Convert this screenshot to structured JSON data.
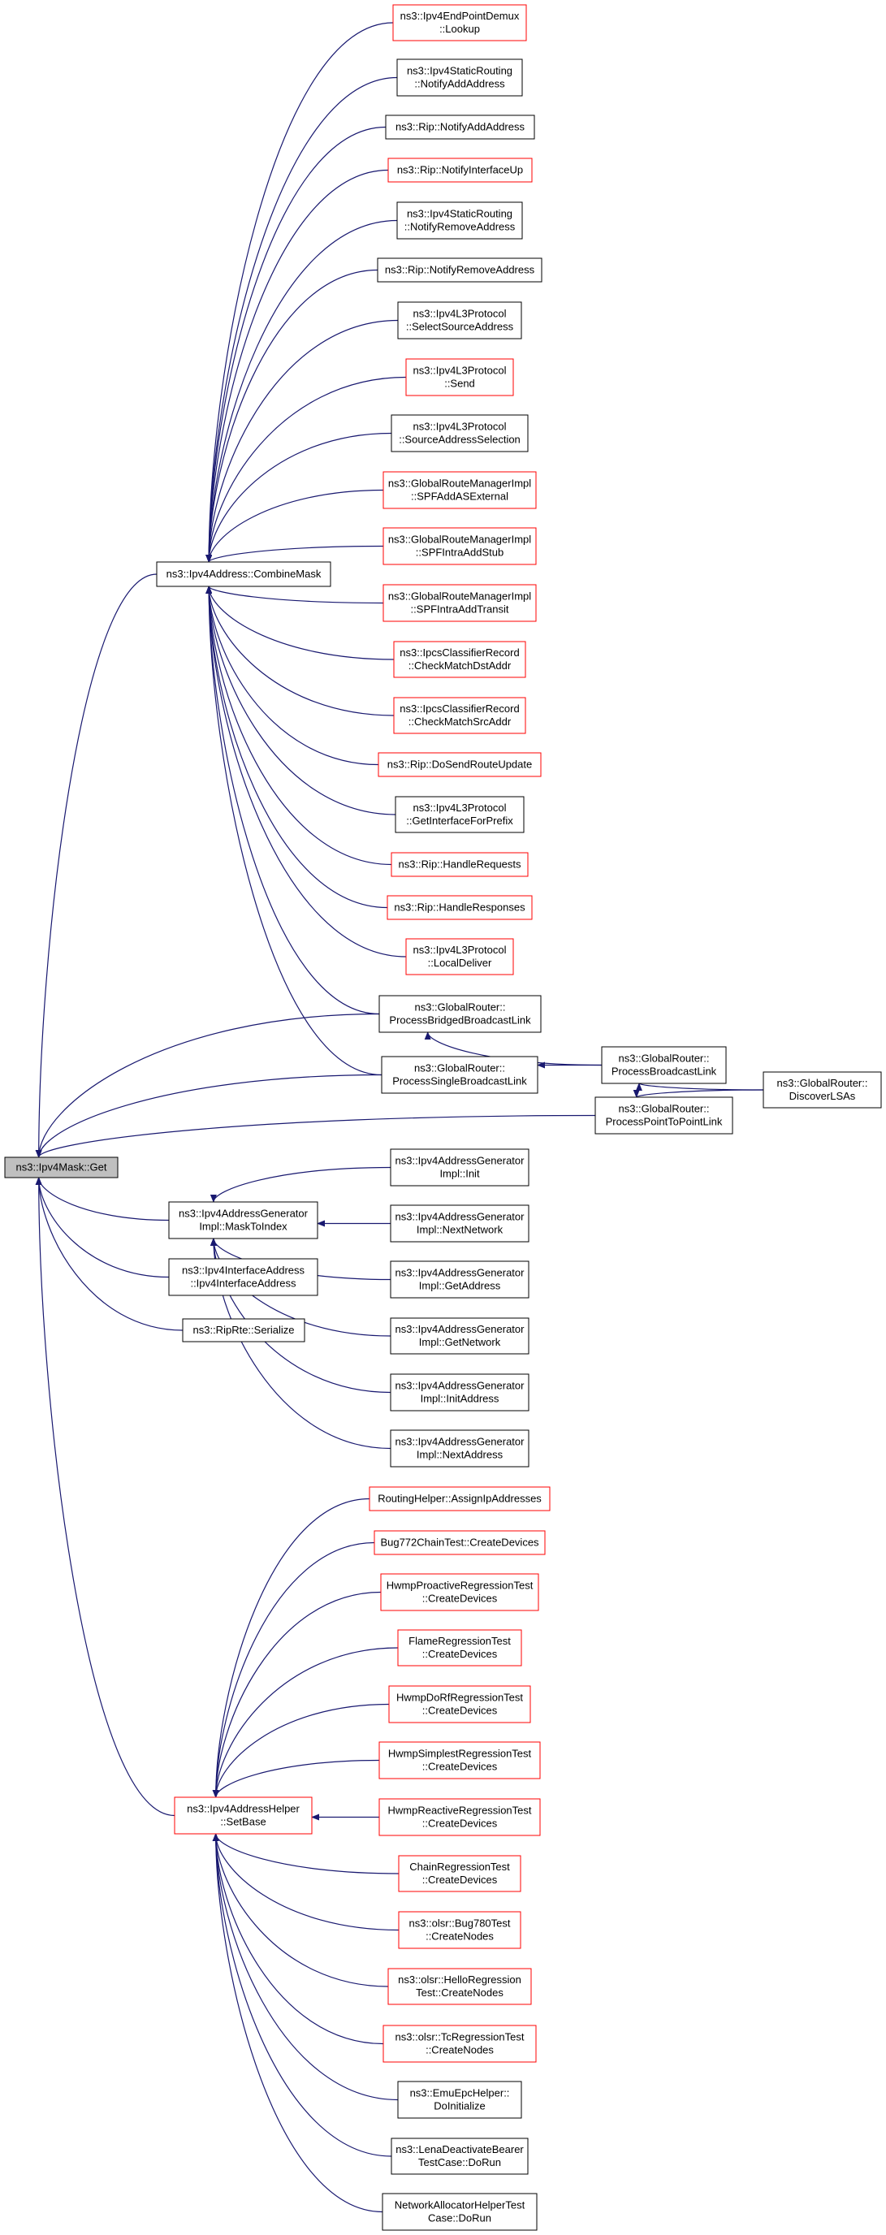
{
  "colors": {
    "edge": "#191970",
    "border_red": "#ff0000",
    "border_black": "#000000",
    "root_fill": "#bfbfbf",
    "fill": "#ffffff"
  },
  "nodes": [
    {
      "id": "root",
      "lines": [
        "ns3::Ipv4Mask::Get"
      ],
      "border": "black",
      "fill": "gray"
    },
    {
      "id": "combine",
      "lines": [
        "ns3::Ipv4Address::CombineMask"
      ],
      "border": "black"
    },
    {
      "id": "n_lookup",
      "lines": [
        "ns3::Ipv4EndPointDemux",
        "::Lookup"
      ],
      "border": "red"
    },
    {
      "id": "n_srNotifyAdd",
      "lines": [
        "ns3::Ipv4StaticRouting",
        "::NotifyAddAddress"
      ],
      "border": "black"
    },
    {
      "id": "n_ripNotifyAdd",
      "lines": [
        "ns3::Rip::NotifyAddAddress"
      ],
      "border": "black"
    },
    {
      "id": "n_ripIfUp",
      "lines": [
        "ns3::Rip::NotifyInterfaceUp"
      ],
      "border": "red"
    },
    {
      "id": "n_srNotifyRem",
      "lines": [
        "ns3::Ipv4StaticRouting",
        "::NotifyRemoveAddress"
      ],
      "border": "black"
    },
    {
      "id": "n_ripNotifyRem",
      "lines": [
        "ns3::Rip::NotifyRemoveAddress"
      ],
      "border": "black"
    },
    {
      "id": "n_selSrc",
      "lines": [
        "ns3::Ipv4L3Protocol",
        "::SelectSourceAddress"
      ],
      "border": "black"
    },
    {
      "id": "n_send",
      "lines": [
        "ns3::Ipv4L3Protocol",
        "::Send"
      ],
      "border": "red"
    },
    {
      "id": "n_srcSel",
      "lines": [
        "ns3::Ipv4L3Protocol",
        "::SourceAddressSelection"
      ],
      "border": "black"
    },
    {
      "id": "n_spfExt",
      "lines": [
        "ns3::GlobalRouteManagerImpl",
        "::SPFAddASExternal"
      ],
      "border": "red"
    },
    {
      "id": "n_spfStub",
      "lines": [
        "ns3::GlobalRouteManagerImpl",
        "::SPFIntraAddStub"
      ],
      "border": "red"
    },
    {
      "id": "n_spfTransit",
      "lines": [
        "ns3::GlobalRouteManagerImpl",
        "::SPFIntraAddTransit"
      ],
      "border": "red"
    },
    {
      "id": "n_ipcsDst",
      "lines": [
        "ns3::IpcsClassifierRecord",
        "::CheckMatchDstAddr"
      ],
      "border": "red"
    },
    {
      "id": "n_ipcsSrc",
      "lines": [
        "ns3::IpcsClassifierRecord",
        "::CheckMatchSrcAddr"
      ],
      "border": "red"
    },
    {
      "id": "n_ripSend",
      "lines": [
        "ns3::Rip::DoSendRouteUpdate"
      ],
      "border": "red"
    },
    {
      "id": "n_getIf",
      "lines": [
        "ns3::Ipv4L3Protocol",
        "::GetInterfaceForPrefix"
      ],
      "border": "black"
    },
    {
      "id": "n_ripReq",
      "lines": [
        "ns3::Rip::HandleRequests"
      ],
      "border": "red"
    },
    {
      "id": "n_ripResp",
      "lines": [
        "ns3::Rip::HandleResponses"
      ],
      "border": "red"
    },
    {
      "id": "n_local",
      "lines": [
        "ns3::Ipv4L3Protocol",
        "::LocalDeliver"
      ],
      "border": "red"
    },
    {
      "id": "n_bridged",
      "lines": [
        "ns3::GlobalRouter::",
        "ProcessBridgedBroadcastLink"
      ],
      "border": "black"
    },
    {
      "id": "n_single",
      "lines": [
        "ns3::GlobalRouter::",
        "ProcessSingleBroadcastLink"
      ],
      "border": "black"
    },
    {
      "id": "n_bcast",
      "lines": [
        "ns3::GlobalRouter::",
        "ProcessBroadcastLink"
      ],
      "border": "black"
    },
    {
      "id": "n_disc",
      "lines": [
        "ns3::GlobalRouter::",
        "DiscoverLSAs"
      ],
      "border": "black"
    },
    {
      "id": "n_p2p",
      "lines": [
        "ns3::GlobalRouter::",
        "ProcessPointToPointLink"
      ],
      "border": "black"
    },
    {
      "id": "n_mask",
      "lines": [
        "ns3::Ipv4AddressGenerator",
        "Impl::MaskToIndex"
      ],
      "border": "black"
    },
    {
      "id": "n_gInit",
      "lines": [
        "ns3::Ipv4AddressGenerator",
        "Impl::Init"
      ],
      "border": "black"
    },
    {
      "id": "n_gNextNet",
      "lines": [
        "ns3::Ipv4AddressGenerator",
        "Impl::NextNetwork"
      ],
      "border": "black"
    },
    {
      "id": "n_gGetAddr",
      "lines": [
        "ns3::Ipv4AddressGenerator",
        "Impl::GetAddress"
      ],
      "border": "black"
    },
    {
      "id": "n_gGetNet",
      "lines": [
        "ns3::Ipv4AddressGenerator",
        "Impl::GetNetwork"
      ],
      "border": "black"
    },
    {
      "id": "n_gInitAddr",
      "lines": [
        "ns3::Ipv4AddressGenerator",
        "Impl::InitAddress"
      ],
      "border": "black"
    },
    {
      "id": "n_gNextAddr",
      "lines": [
        "ns3::Ipv4AddressGenerator",
        "Impl::NextAddress"
      ],
      "border": "black"
    },
    {
      "id": "n_ifAddr",
      "lines": [
        "ns3::Ipv4InterfaceAddress",
        "::Ipv4InterfaceAddress"
      ],
      "border": "black"
    },
    {
      "id": "n_ripRte",
      "lines": [
        "ns3::RipRte::Serialize"
      ],
      "border": "black"
    },
    {
      "id": "setbase",
      "lines": [
        "ns3::Ipv4AddressHelper",
        "::SetBase"
      ],
      "border": "red"
    },
    {
      "id": "s_routing",
      "lines": [
        "RoutingHelper::AssignIpAddresses"
      ],
      "border": "red"
    },
    {
      "id": "s_bug772",
      "lines": [
        "Bug772ChainTest::CreateDevices"
      ],
      "border": "red"
    },
    {
      "id": "s_hwmpPro",
      "lines": [
        "HwmpProactiveRegressionTest",
        "::CreateDevices"
      ],
      "border": "red"
    },
    {
      "id": "s_flame",
      "lines": [
        "FlameRegressionTest",
        "::CreateDevices"
      ],
      "border": "red"
    },
    {
      "id": "s_hwmpDo",
      "lines": [
        "HwmpDoRfRegressionTest",
        "::CreateDevices"
      ],
      "border": "red"
    },
    {
      "id": "s_hwmpSimp",
      "lines": [
        "HwmpSimplestRegressionTest",
        "::CreateDevices"
      ],
      "border": "red"
    },
    {
      "id": "s_hwmpReact",
      "lines": [
        "HwmpReactiveRegressionTest",
        "::CreateDevices"
      ],
      "border": "red"
    },
    {
      "id": "s_chain",
      "lines": [
        "ChainRegressionTest",
        "::CreateDevices"
      ],
      "border": "red"
    },
    {
      "id": "s_bug780",
      "lines": [
        "ns3::olsr::Bug780Test",
        "::CreateNodes"
      ],
      "border": "red"
    },
    {
      "id": "s_hello",
      "lines": [
        "ns3::olsr::HelloRegression",
        "Test::CreateNodes"
      ],
      "border": "red"
    },
    {
      "id": "s_tc",
      "lines": [
        "ns3::olsr::TcRegressionTest",
        "::CreateNodes"
      ],
      "border": "red"
    },
    {
      "id": "s_emu",
      "lines": [
        "ns3::EmuEpcHelper::",
        "DoInitialize"
      ],
      "border": "black"
    },
    {
      "id": "s_lena",
      "lines": [
        "ns3::LenaDeactivateBearer",
        "TestCase::DoRun"
      ],
      "border": "black"
    },
    {
      "id": "s_netalloc",
      "lines": [
        "NetworkAllocatorHelperTest",
        "Case::DoRun"
      ],
      "border": "black"
    }
  ],
  "edges": [
    [
      "combine",
      "root"
    ],
    [
      "n_p2p",
      "root"
    ],
    [
      "n_mask",
      "root"
    ],
    [
      "n_ifAddr",
      "root"
    ],
    [
      "n_ripRte",
      "root"
    ],
    [
      "setbase",
      "root"
    ],
    [
      "n_bridged",
      "root"
    ],
    [
      "n_single",
      "root"
    ],
    [
      "n_lookup",
      "combine"
    ],
    [
      "n_srNotifyAdd",
      "combine"
    ],
    [
      "n_ripNotifyAdd",
      "combine"
    ],
    [
      "n_ripIfUp",
      "combine"
    ],
    [
      "n_srNotifyRem",
      "combine"
    ],
    [
      "n_ripNotifyRem",
      "combine"
    ],
    [
      "n_selSrc",
      "combine"
    ],
    [
      "n_send",
      "combine"
    ],
    [
      "n_srcSel",
      "combine"
    ],
    [
      "n_spfExt",
      "combine"
    ],
    [
      "n_spfStub",
      "combine"
    ],
    [
      "n_spfTransit",
      "combine"
    ],
    [
      "n_ipcsDst",
      "combine"
    ],
    [
      "n_ipcsSrc",
      "combine"
    ],
    [
      "n_ripSend",
      "combine"
    ],
    [
      "n_getIf",
      "combine"
    ],
    [
      "n_ripReq",
      "combine"
    ],
    [
      "n_ripResp",
      "combine"
    ],
    [
      "n_local",
      "combine"
    ],
    [
      "n_bridged",
      "combine"
    ],
    [
      "n_single",
      "combine"
    ],
    [
      "n_bcast",
      "n_bridged"
    ],
    [
      "n_bcast",
      "n_single"
    ],
    [
      "n_disc",
      "n_bcast"
    ],
    [
      "n_disc",
      "n_p2p"
    ],
    [
      "n_gInit",
      "n_mask"
    ],
    [
      "n_gNextNet",
      "n_mask"
    ],
    [
      "n_gGetAddr",
      "n_mask"
    ],
    [
      "n_gGetNet",
      "n_mask"
    ],
    [
      "n_gInitAddr",
      "n_mask"
    ],
    [
      "n_gNextAddr",
      "n_mask"
    ],
    [
      "s_routing",
      "setbase"
    ],
    [
      "s_bug772",
      "setbase"
    ],
    [
      "s_hwmpPro",
      "setbase"
    ],
    [
      "s_flame",
      "setbase"
    ],
    [
      "s_hwmpDo",
      "setbase"
    ],
    [
      "s_hwmpSimp",
      "setbase"
    ],
    [
      "s_hwmpReact",
      "setbase"
    ],
    [
      "s_chain",
      "setbase"
    ],
    [
      "s_bug780",
      "setbase"
    ],
    [
      "s_hello",
      "setbase"
    ],
    [
      "s_tc",
      "setbase"
    ],
    [
      "s_emu",
      "setbase"
    ],
    [
      "s_lena",
      "setbase"
    ],
    [
      "s_netalloc",
      "setbase"
    ]
  ]
}
